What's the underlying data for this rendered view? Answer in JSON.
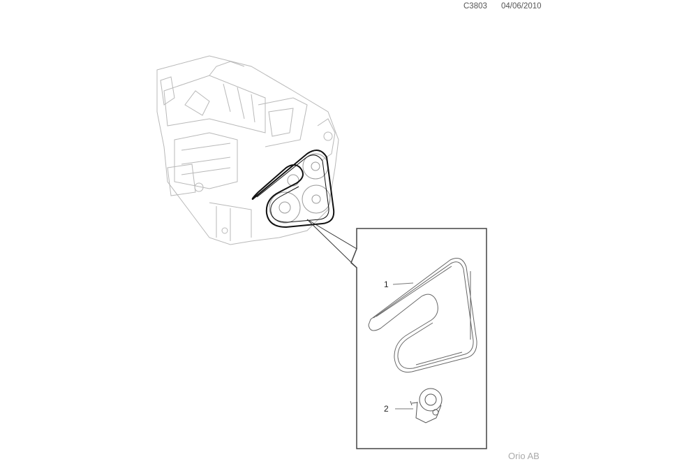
{
  "header": {
    "code": "C3803",
    "date": "04/06/2010"
  },
  "footer": {
    "brand": "Orio AB"
  },
  "diagram": {
    "main_view": "engine-assembly-with-accessory-drive-belt",
    "detail_box": {
      "parts": [
        {
          "number": "1",
          "name": "drive-belt"
        },
        {
          "number": "2",
          "name": "belt-tensioner"
        }
      ]
    }
  }
}
